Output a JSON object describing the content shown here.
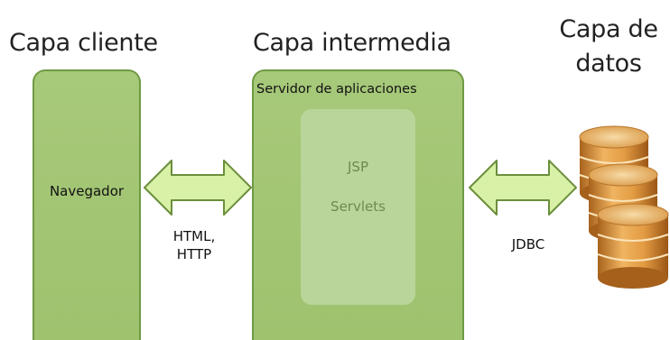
{
  "layers": {
    "client": {
      "title": "Capa cliente",
      "component": "Navegador"
    },
    "middle": {
      "title": "Capa intermedia",
      "server": "Servidor de aplicaciones",
      "technologies": [
        "JSP",
        "Servlets"
      ]
    },
    "data": {
      "title": "Capa de datos",
      "icon": "database-icon"
    }
  },
  "connections": {
    "client_middle": {
      "label_line1": "HTML,",
      "label_line2": "HTTP"
    },
    "middle_data": {
      "label": "JDBC"
    }
  },
  "colors": {
    "panel_fill": "#a7c97a",
    "panel_border": "#6f9a44",
    "inner_fill": "#bad59a",
    "arrow_fill": "#d9f0a7",
    "arrow_stroke": "#6b8f3c",
    "db_orange": "#d8923a"
  }
}
